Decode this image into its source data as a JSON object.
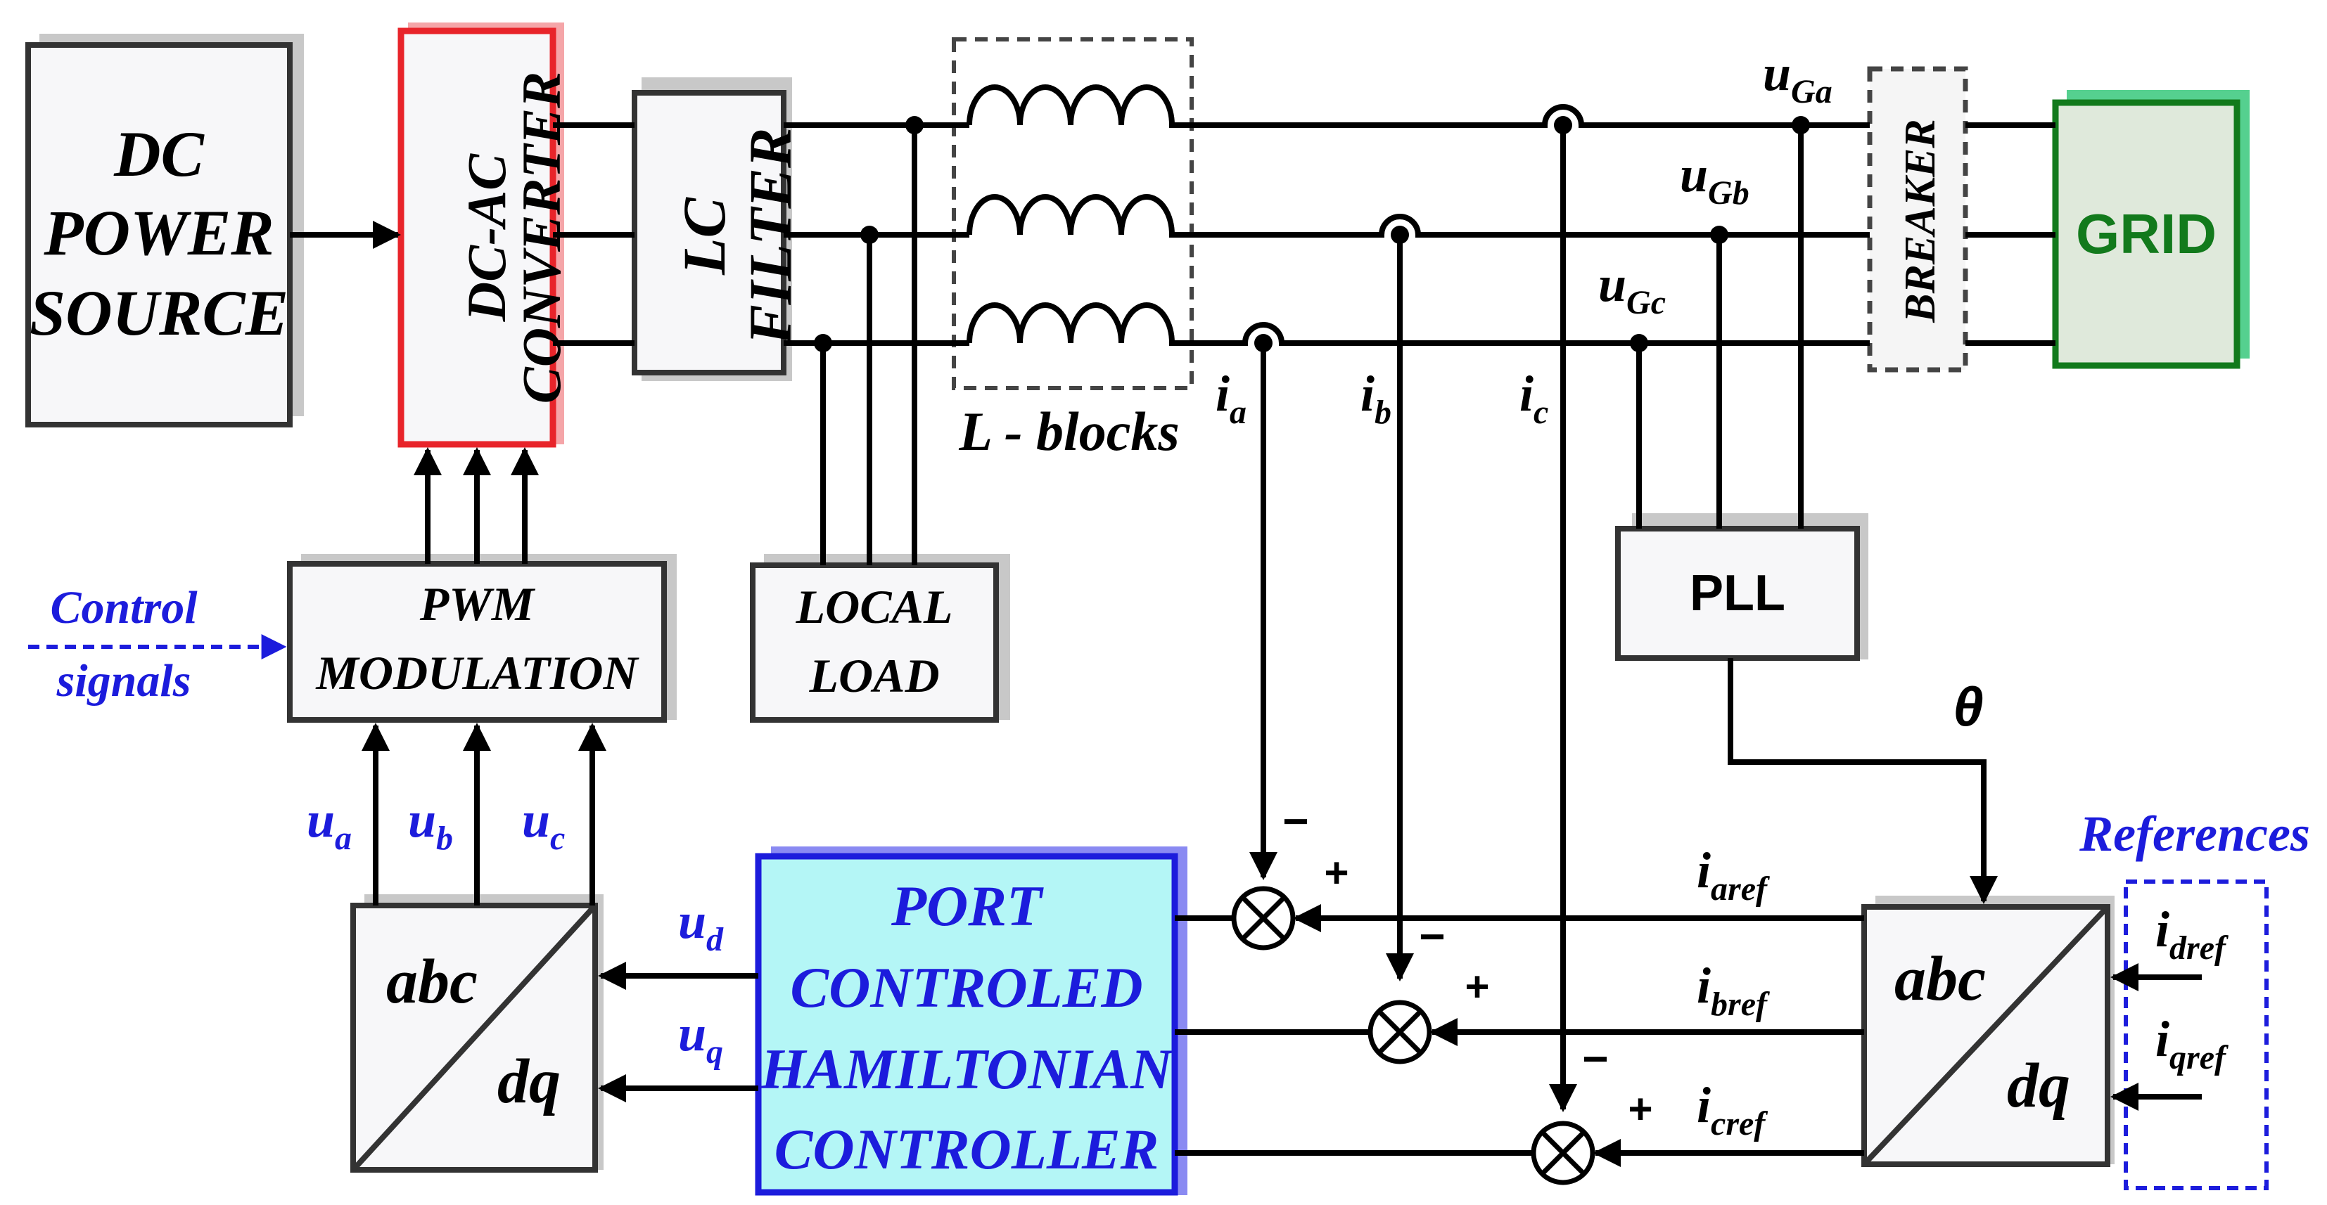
{
  "blocks": {
    "dc_source": [
      "DC",
      "POWER",
      "SOURCE"
    ],
    "converter": [
      "DC-AC",
      "CONVERTER"
    ],
    "lc_filter": [
      "LC",
      "FILTER"
    ],
    "l_blocks": "L - blocks",
    "grid": "GRID",
    "breaker": "BREAKER",
    "pwm": [
      "PWM",
      "MODULATION"
    ],
    "local_load": [
      "LOCAL",
      "LOAD"
    ],
    "pll": "PLL",
    "pch": [
      "PORT",
      "CONTROLED",
      "HAMILTONIAN",
      "CONTROLLER"
    ],
    "abc_left": {
      "top": "abc",
      "bottom": "dq"
    },
    "abc_right": {
      "top": "abc",
      "bottom": "dq"
    }
  },
  "signals": {
    "control": [
      "Control",
      "signals"
    ],
    "references": "References",
    "theta": "θ",
    "grid_voltages": [
      {
        "main": "u",
        "sub": "Ga"
      },
      {
        "main": "u",
        "sub": "Gb"
      },
      {
        "main": "u",
        "sub": "Gc"
      }
    ],
    "currents": [
      {
        "main": "i",
        "sub": "a"
      },
      {
        "main": "i",
        "sub": "b"
      },
      {
        "main": "i",
        "sub": "c"
      }
    ],
    "modulation": [
      {
        "main": "u",
        "sub": "a"
      },
      {
        "main": "u",
        "sub": "b"
      },
      {
        "main": "u",
        "sub": "c"
      }
    ],
    "dq_voltages": [
      {
        "main": "u",
        "sub": "d"
      },
      {
        "main": "u",
        "sub": "q"
      }
    ],
    "current_refs": [
      {
        "main": "i",
        "sub": "aref"
      },
      {
        "main": "i",
        "sub": "bref"
      },
      {
        "main": "i",
        "sub": "cref"
      }
    ],
    "dq_refs": [
      {
        "main": "i",
        "sub": "dref"
      },
      {
        "main": "i",
        "sub": "qref"
      }
    ],
    "sum_signs": {
      "minus": "−",
      "plus": "+"
    }
  },
  "colors": {
    "converter_border": "#e8242a",
    "grid_border": "#127a1c",
    "grid_fill": "#dfe9db",
    "grid_text": "#127a1c",
    "pch_border": "#1c1cdc",
    "pch_fill": "#b4f6f6",
    "pch_text": "#1c1cdc",
    "blue_text": "#1c1cdc"
  }
}
